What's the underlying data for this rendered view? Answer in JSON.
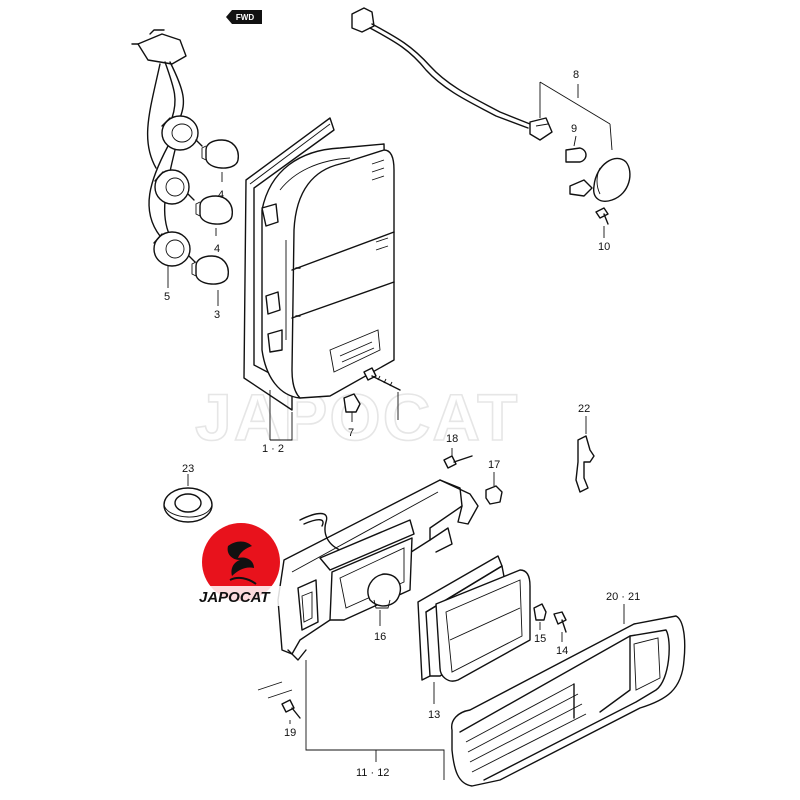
{
  "watermark": "JAPOCAT",
  "logo": {
    "text": "JAPOCAT",
    "color": "#e8121c"
  },
  "direction_badge": "FWD",
  "callouts": {
    "c4a": "4",
    "c4b": "4",
    "c5": "5",
    "c3": "3",
    "c8": "8",
    "c9": "9",
    "c10": "10",
    "c1_2": "1 · 2",
    "c7": "7",
    "c22": "22",
    "c18": "18",
    "c17": "17",
    "c23": "23",
    "c16": "16",
    "c15": "15",
    "c14": "14",
    "c20_21": "20 · 21",
    "c13": "13",
    "c19": "19",
    "c11_12": "11 · 12"
  }
}
